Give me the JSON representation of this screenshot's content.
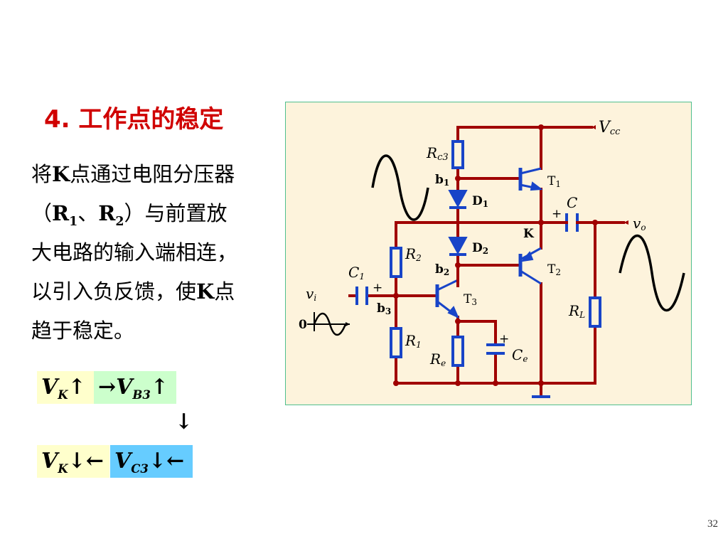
{
  "title": "4.  工作点的稳定",
  "body": {
    "l1_a": "将",
    "l1_k": "K",
    "l1_b": "点通过电阻分压器",
    "l2_open": "（",
    "l2_r": "R",
    "l2_1": "1",
    "l2_sep": "、",
    "l2_r2": "R",
    "l2_2": "2",
    "l2_close": "）与前置放",
    "l3": "大电路的输入端相连，",
    "l4_a": "以引入负反馈，使",
    "l4_k": "K",
    "l4_b": "点",
    "l5": "趋于稳定。"
  },
  "formula": {
    "vk_v": "V",
    "vk_sub": "K",
    "up": "↑",
    "right_arrow": "→",
    "vb3_v": "V",
    "vb3_sub": "B3",
    "down": "↓",
    "left_arrow": "←",
    "vc3_v": "V",
    "vc3_sub": "C3"
  },
  "circuit": {
    "vcc_v": "V",
    "vcc_sub": "cc",
    "rc3_r": "R",
    "rc3_sub": "c3",
    "b1": "b",
    "b1_sub": "1",
    "d1": "D",
    "d1_sub": "1",
    "t1": "T",
    "t1_sub": "1",
    "c": "C",
    "plus": "+",
    "vo_v": "v",
    "vo_sub": "o",
    "k": "K",
    "r2_r": "R",
    "r2_sub": "2",
    "d2": "D",
    "d2_sub": "2",
    "t2": "T",
    "t2_sub": "2",
    "b2": "b",
    "b2_sub": "2",
    "c1_c": "C",
    "c1_sub": "1",
    "vi_v": "v",
    "vi_sub": "i",
    "t3": "T",
    "t3_sub": "3",
    "b3": "b",
    "b3_sub": "3",
    "zero": "0",
    "rl_r": "R",
    "rl_sub": "L",
    "r1_r": "R",
    "r1_sub": "1",
    "re_r": "R",
    "re_sub": "e",
    "ce_c": "C",
    "ce_sub": "e"
  },
  "page_number": "32",
  "colors": {
    "title": "#d00000",
    "wire": "#a00000",
    "component": "#1844c8",
    "diagram_bg": "#fdf3dc"
  }
}
